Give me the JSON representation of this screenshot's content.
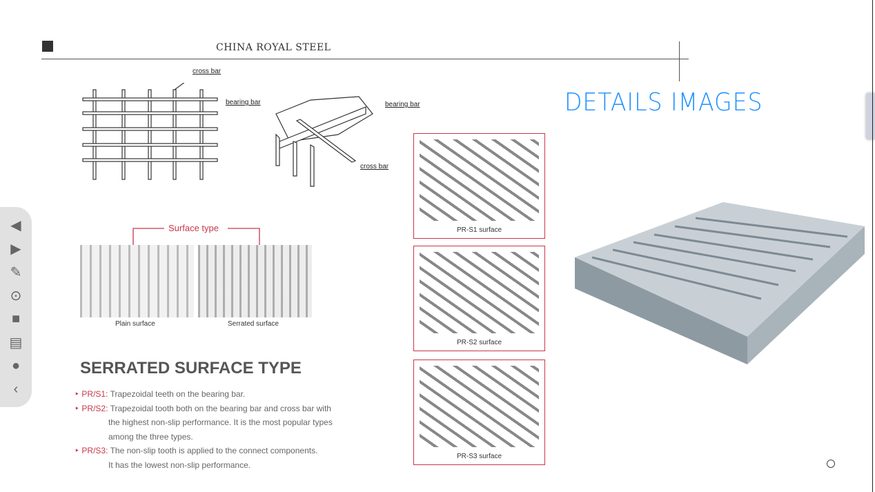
{
  "header": {
    "brand": "CHINA ROYAL STEEL",
    "title": "DETAILS IMAGES"
  },
  "diagram1": {
    "cross_bar": "cross bar",
    "bearing_bar": "bearing bar"
  },
  "diagram2": {
    "bearing_bar": "bearing bar",
    "cross_bar": "cross bar"
  },
  "surface": {
    "title": "Surface type",
    "plain": "Plain surface",
    "serrated": "Serrated surface"
  },
  "panels": [
    "PR-S1 surface",
    "PR-S2 surface",
    "PR-S3 surface"
  ],
  "section": {
    "heading": "SERRATED SURFACE TYPE",
    "items": [
      {
        "key": "PR/S1:",
        "lines": [
          "Trapezoidal teeth on the bearing bar."
        ]
      },
      {
        "key": "PR/S2:",
        "lines": [
          "Trapezoidal tooth both on the bearing bar and cross bar with",
          "the highest non-slip performance. It is the most popular types",
          "among the three types."
        ]
      },
      {
        "key": "PR/S3:",
        "lines": [
          "The non-slip tooth is applied to the connect components.",
          "It has the lowest non-slip performance."
        ]
      }
    ]
  },
  "toolbar": [
    "previous-icon",
    "next-icon",
    "pen-icon",
    "screenshot-icon",
    "video-icon",
    "comment-icon",
    "more-icon",
    "collapse-icon"
  ]
}
